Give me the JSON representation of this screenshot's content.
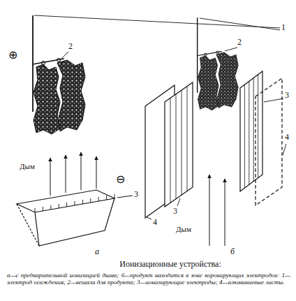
{
  "diagram": {
    "title": "Ионизационные устройства:",
    "caption": "а—с предварительной ионизацией дыма; б—продукт находится в зоне коронирующих электродов: 1—электрод осаждения; 2—вешала для продукта; 3—ионизирующие электроды; 4—алюминиевые листы.",
    "labels": [
      "1",
      "2",
      "2",
      "⊕",
      "3",
      "4",
      "Дым",
      "⊖",
      "3",
      "3",
      "4",
      "Дым",
      "а",
      "б"
    ]
  }
}
